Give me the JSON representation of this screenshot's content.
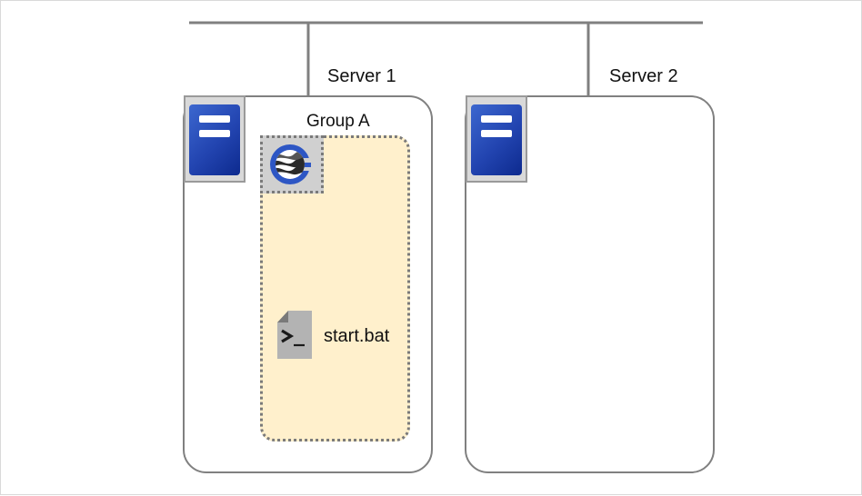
{
  "network": {
    "line_color": "#808080"
  },
  "servers": [
    {
      "label": "Server 1"
    },
    {
      "label": "Server 2"
    }
  ],
  "group": {
    "label": "Group A",
    "fill_color": "#fff0cc",
    "border_style": "dotted"
  },
  "script": {
    "filename": "start.bat",
    "icon": "terminal-script-file-icon"
  },
  "icons": {
    "server": "server-tower-icon",
    "group": "cluster-group-logo-icon"
  },
  "colors": {
    "server_blue": "#2244b0",
    "box_border": "#808080"
  }
}
